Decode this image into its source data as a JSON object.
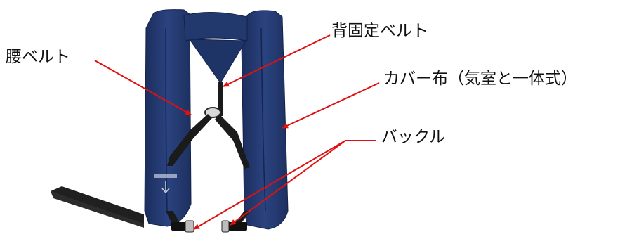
{
  "labels": {
    "waist_belt": "腰ベルト",
    "back_belt": "背固定ベルト",
    "cover_cloth": "カバー布（気室と一体式）",
    "buckle": "バックル"
  },
  "colors": {
    "vest_navy": "#243a72",
    "vest_shadow": "#15244f",
    "strap_black": "#1a1a1a",
    "arrow_red": "#e01010"
  }
}
